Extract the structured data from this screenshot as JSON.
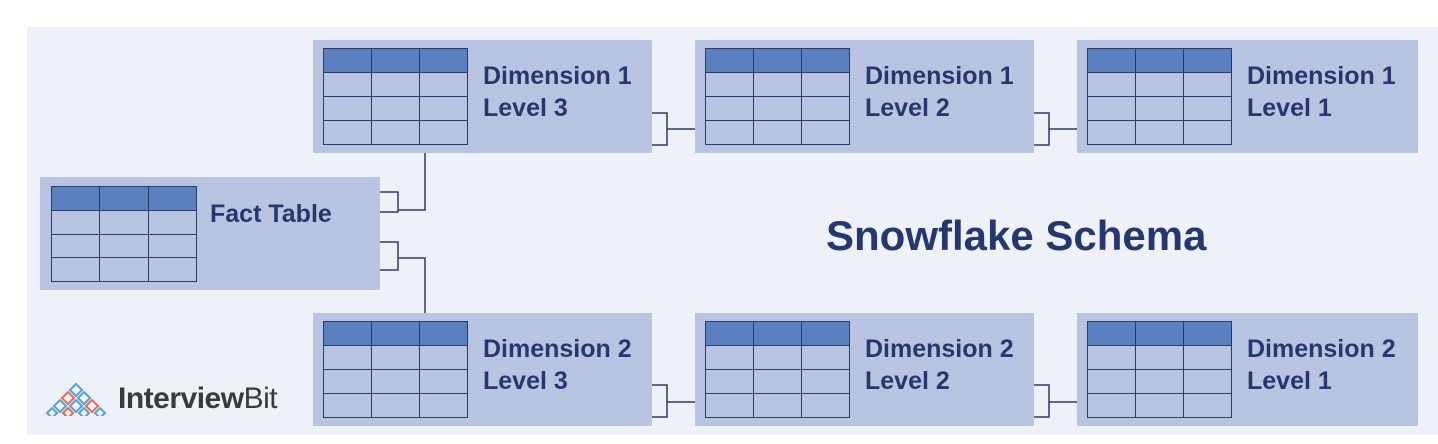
{
  "title": "Snowflake Schema",
  "logo": {
    "icon": "interviewbit-logo-icon",
    "text_bold": "Interview",
    "text_regular": "Bit"
  },
  "colors": {
    "panel": "#eef1f7",
    "card": "#b8c4e2",
    "header": "#5b80c0",
    "line": "#2b3a67",
    "text": "#263770"
  },
  "tables": {
    "fact": {
      "line1": "Fact Table"
    },
    "d1l3": {
      "line1": "Dimension 1",
      "line2": "Level 3"
    },
    "d1l2": {
      "line1": "Dimension 1",
      "line2": "Level 2"
    },
    "d1l1": {
      "line1": "Dimension 1",
      "line2": "Level 1"
    },
    "d2l3": {
      "line1": "Dimension 2",
      "line2": "Level 3"
    },
    "d2l2": {
      "line1": "Dimension 2",
      "line2": "Level 2"
    },
    "d2l1": {
      "line1": "Dimension 2",
      "line2": "Level 1"
    }
  }
}
